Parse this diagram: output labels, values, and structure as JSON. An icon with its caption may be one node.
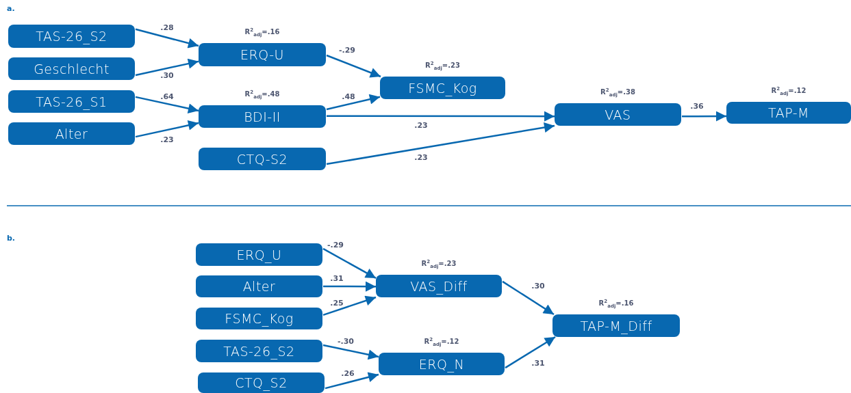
{
  "diagram": {
    "nodes": [
      {
        "text": [
          "TAS-26_S2"
        ]
      },
      {
        "text": [
          "Geschlecht"
        ]
      },
      {
        "text": [
          "TAS-26_S1"
        ]
      },
      {
        "text": [
          "Alter"
        ]
      },
      {
        "text": [
          "ERQ-U"
        ],
        "beside": [
          "R$^{2}$$_{adj}$=.16"
        ]
      },
      {
        "text": [
          "FSMC_Kog"
        ],
        "beside": [
          "R$^{2}$$_{adj}$=.23"
        ]
      },
      {
        "text": [
          "BDI-II"
        ],
        "beside": [
          "R$^{2}$$_{adj}$=.48"
        ]
      },
      {
        "text": [
          "CTQ-S2"
        ]
      },
      {
        "text": [
          "VAS"
        ],
        "beside": [
          "R$^{2}$$_{adj}$=.38"
        ]
      },
      {
        "text": [
          "TAP-M"
        ],
        "beside": [
          "R$^{2}$$_{adj}$=.12"
        ]
      },
      {
        "text": [
          "ERQ_U"
        ]
      },
      {
        "text": [
          "Alter"
        ]
      },
      {
        "text": [
          "FSMC_Kog"
        ]
      },
      {
        "text": [
          "TAS-26_S2"
        ]
      },
      {
        "text": [
          "CTQ_S2"
        ]
      },
      {
        "text": [
          "VAS_Diff"
        ],
        "beside": [
          "R$^{2}$$_{adj}$=.23"
        ]
      },
      {
        "text": [
          "ERQ_N"
        ],
        "beside": [
          "R$^{2}$$_{adj}$=.12"
        ]
      },
      {
        "text": [
          "TAP-M_Diff"
        ],
        "beside": [
          "R$^{2}$$_{adj}$=.16"
        ]
      }
    ],
    "edges": [
      {
        "from": 0,
        "to": 4,
        "arrow": "to",
        "label": ".28"
      },
      {
        "from": 1,
        "to": 4,
        "arrow": "to",
        "label": ".30"
      },
      {
        "from": 4,
        "to": 5,
        "arrow": "to",
        "label": "-.29"
      },
      {
        "from": 2,
        "to": 6,
        "arrow": "to",
        "label": ".64"
      },
      {
        "from": 3,
        "to": 6,
        "arrow": "to",
        "label": ".23"
      },
      {
        "from": 6,
        "to": 5,
        "arrow": "to",
        "label": ".48"
      },
      {
        "from": 6,
        "to": 8,
        "arrow": "to",
        "label": ".23"
      },
      {
        "from": 7,
        "to": 8,
        "arrow": "to",
        "label": ".23"
      },
      {
        "from": 8,
        "to": 9,
        "arrow": "to",
        "label": ".36"
      },
      {
        "from": 10,
        "to": 15,
        "arrow": "to",
        "label": "-.29"
      },
      {
        "from": 11,
        "to": 15,
        "arrow": "to",
        "label": ".31"
      },
      {
        "from": 12,
        "to": 15,
        "arrow": "to",
        "label": ".25"
      },
      {
        "from": 13,
        "to": 16,
        "arrow": "to",
        "label": "-.30"
      },
      {
        "from": 14,
        "to": 16,
        "arrow": "to",
        "label": ".26"
      },
      {
        "from": 15,
        "to": 17,
        "arrow": "to",
        "label": ".30"
      },
      {
        "from": 16,
        "to": 17,
        "arrow": "to",
        "label": ".31"
      }
    ],
    "labels": [
      "a.",
      "b."
    ]
  }
}
